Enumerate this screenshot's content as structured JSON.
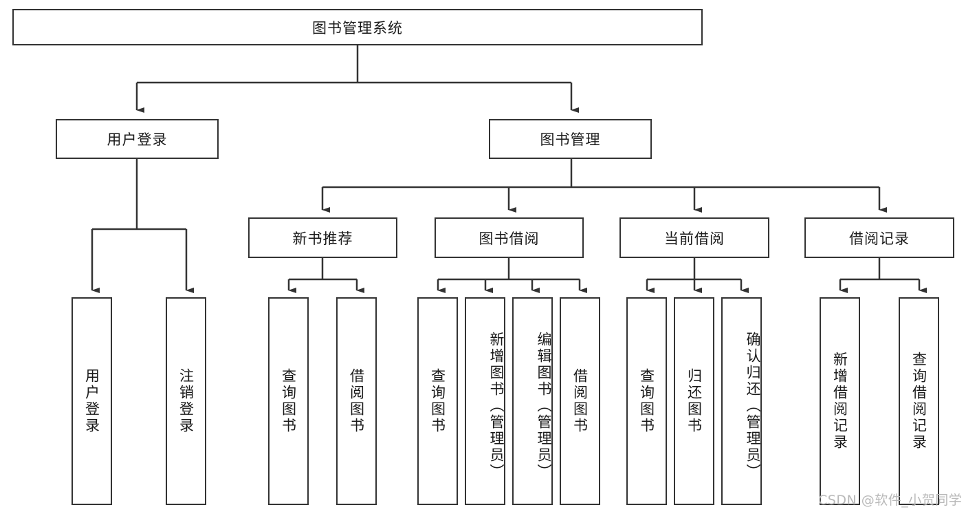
{
  "diagram": {
    "title": "图书管理系统",
    "type": "tree-hierarchy-diagram",
    "root": {
      "label": "图书管理系统"
    },
    "level2": [
      {
        "label": "用户登录"
      },
      {
        "label": "图书管理"
      }
    ],
    "level3": [
      {
        "label": "新书推荐"
      },
      {
        "label": "图书借阅"
      },
      {
        "label": "当前借阅"
      },
      {
        "label": "借阅记录"
      }
    ],
    "leaves": {
      "user_login": [
        {
          "label": "用户登录"
        },
        {
          "label": "注销登录"
        }
      ],
      "new_book_recommend": [
        {
          "label": "查询图书"
        },
        {
          "label": "借阅图书"
        }
      ],
      "book_borrow": [
        {
          "label": "查询图书"
        },
        {
          "label": "新增图书（管理员）"
        },
        {
          "label": "编辑图书（管理员）"
        },
        {
          "label": "借阅图书"
        }
      ],
      "current_borrow": [
        {
          "label": "查询图书"
        },
        {
          "label": "归还图书"
        },
        {
          "label": "确认归还（管理员）"
        }
      ],
      "borrow_record": [
        {
          "label": "新增借阅记录"
        },
        {
          "label": "查询借阅记录"
        }
      ]
    }
  },
  "watermark": {
    "text": "CSDN @软件_小贺同学"
  },
  "colors": {
    "box_border": "#333333",
    "box_fill": "#ffffff",
    "edge": "#333333",
    "text": "#1a1a1a",
    "watermark": "#b9b9b9"
  }
}
